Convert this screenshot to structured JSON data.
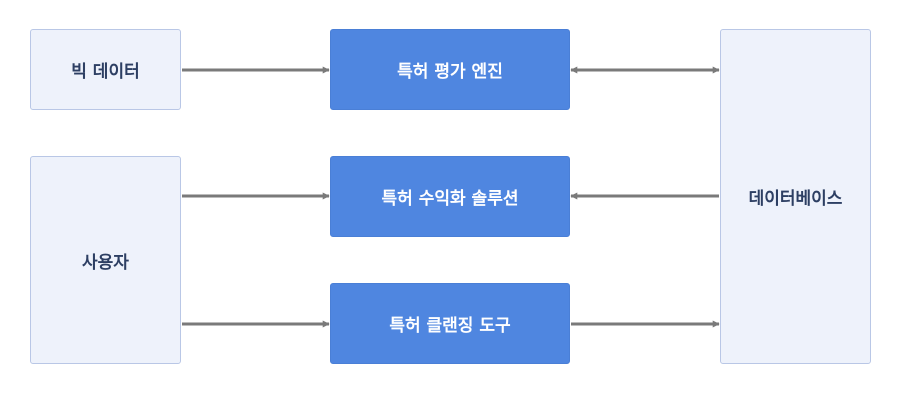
{
  "nodes": {
    "big_data": "빅 데이터",
    "user": "사용자",
    "patent_evaluation_engine": "특허 평가 엔진",
    "patent_monetization_solution": "특허 수익화 솔루션",
    "patent_cleaning_tool": "특허 클랜징 도구",
    "database": "데이터베이스"
  },
  "colors": {
    "light_box_fill": "#eef2fb",
    "light_box_border": "#b9c7e6",
    "light_box_text": "#2d3f63",
    "solid_box_fill": "#4f86e0",
    "solid_box_text": "#ffffff",
    "arrow": "#7a7a7a"
  }
}
